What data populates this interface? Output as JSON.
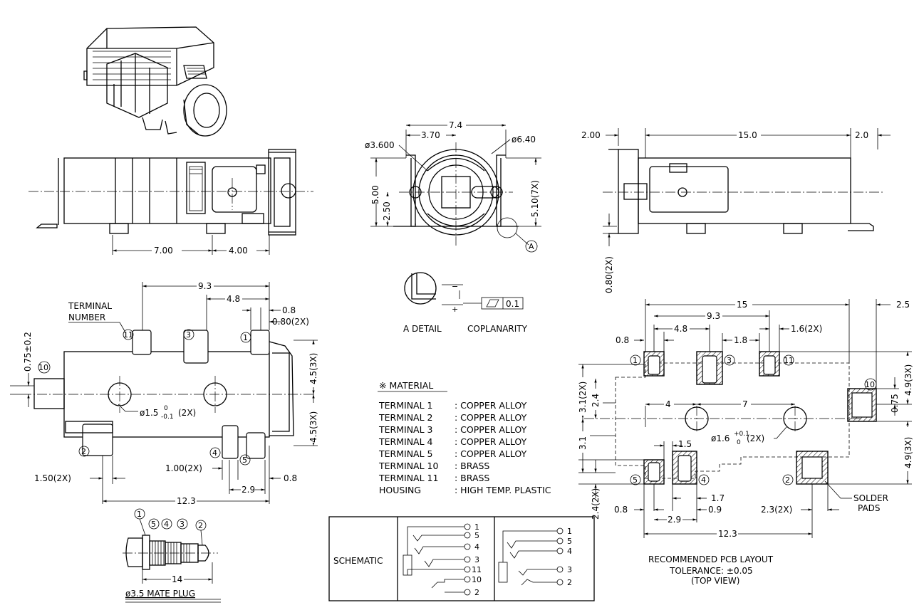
{
  "side_view": {
    "dims": {
      "d_700": "7.00",
      "d_400": "4.00"
    }
  },
  "front_view": {
    "dims": {
      "w_74": "7.4",
      "w_370": "3.70",
      "dia_3600": "ø3.600",
      "dia_640": "ø6.40",
      "h_500": "5.00",
      "h_250": "2.50",
      "h_510": "5.10(7X)"
    },
    "detail_ref": "A"
  },
  "detail": {
    "caption_a": "A DETAIL",
    "caption_b": "COPLANARITY",
    "tolerance": "0.1",
    "plus": "+",
    "minus": "−"
  },
  "right_view": {
    "dims": {
      "d_200": "2.00",
      "d_150": "15.0",
      "d_20": "2.0",
      "d_080": "0.80(2X)"
    }
  },
  "top_view": {
    "terminal_label_1": "TERMINAL",
    "terminal_label_2": "NUMBER",
    "dims": {
      "d_93": "9.3",
      "d_48": "4.8",
      "d_08": "0.8",
      "d_080": "0.80(2X)",
      "d_075": "0.75±0.2",
      "d_45_top": "4.5(3X)",
      "d_45_bot": "4.5(3X)",
      "hole": "ø1.5",
      "hole_tol_top": "0",
      "hole_tol_bot": "-0.1",
      "hole_count": "(2X)",
      "d_100": "1.00(2X)",
      "d_150": "1.50(2X)",
      "d_29": "2.9",
      "d_08b": "0.8",
      "d_123": "12.3"
    },
    "terminals": {
      "t11": "11",
      "t3": "3",
      "t1": "1",
      "t10": "10",
      "t2": "2",
      "t4": "4",
      "t5": "5"
    }
  },
  "plug": {
    "numbers": {
      "n1": "1",
      "n5": "5",
      "n4": "4",
      "n3": "3",
      "n2": "2"
    },
    "length": "14",
    "caption": "ø3.5 MATE PLUG"
  },
  "material": {
    "title": "※ MATERIAL",
    "rows": [
      {
        "name": "TERMINAL  1",
        "value": ": COPPER  ALLOY"
      },
      {
        "name": "TERMINAL  2",
        "value": ": COPPER  ALLOY"
      },
      {
        "name": "TERMINAL  3",
        "value": ": COPPER  ALLOY"
      },
      {
        "name": "TERMINAL  4",
        "value": ": COPPER  ALLOY"
      },
      {
        "name": "TERMINAL  5",
        "value": ": COPPER  ALLOY"
      },
      {
        "name": "TERMINAL  10",
        "value": ": BRASS"
      },
      {
        "name": "TERMINAL  11",
        "value": ": BRASS"
      },
      {
        "name": "HOUSING",
        "value": ": HIGH  TEMP.  PLASTIC"
      }
    ]
  },
  "schematic": {
    "label": "SCHEMATIC",
    "left_pins": [
      "1",
      "5",
      "4",
      "3",
      "11",
      "10",
      "2"
    ],
    "right_pins": [
      "1",
      "5",
      "4",
      "3",
      "2"
    ]
  },
  "pcb": {
    "dims": {
      "d_15": "15",
      "d_25": "2.5",
      "d_93": "9.3",
      "d_08": "0.8",
      "d_48": "4.8",
      "d_18": "1.8",
      "d_16": "1.6(2X)",
      "d_31_2x": "3.1(2X)",
      "d_24": "2.4",
      "d_4": "4",
      "d_7": "7",
      "d_075": "0.75",
      "d_49_top": "4.9(3X)",
      "d_31": "3.1",
      "d_15b": "1.5",
      "d_24_2x": "2.4(2X)",
      "d_49_bot": "4.9(3X)",
      "hole": "ø1.6",
      "hole_tol_top": "+0.1",
      "hole_tol_bot": "0",
      "hole_count": "(2X)",
      "d_08b": "0.8",
      "d_29": "2.9",
      "d_17": "1.7",
      "d_09": "0.9",
      "d_23": "2.3(2X)",
      "d_123": "12.3"
    },
    "pads": {
      "p1": "1",
      "p3": "3",
      "p11": "11",
      "p10": "10",
      "p5": "5",
      "p4": "4",
      "p2": "2"
    },
    "solder_1": "SOLDER",
    "solder_2": "PADS",
    "caption_1": "RECOMMENDED  PCB  LAYOUT",
    "caption_2": "TOLERANCE: ±0.05",
    "caption_3": "(TOP  VIEW)"
  }
}
